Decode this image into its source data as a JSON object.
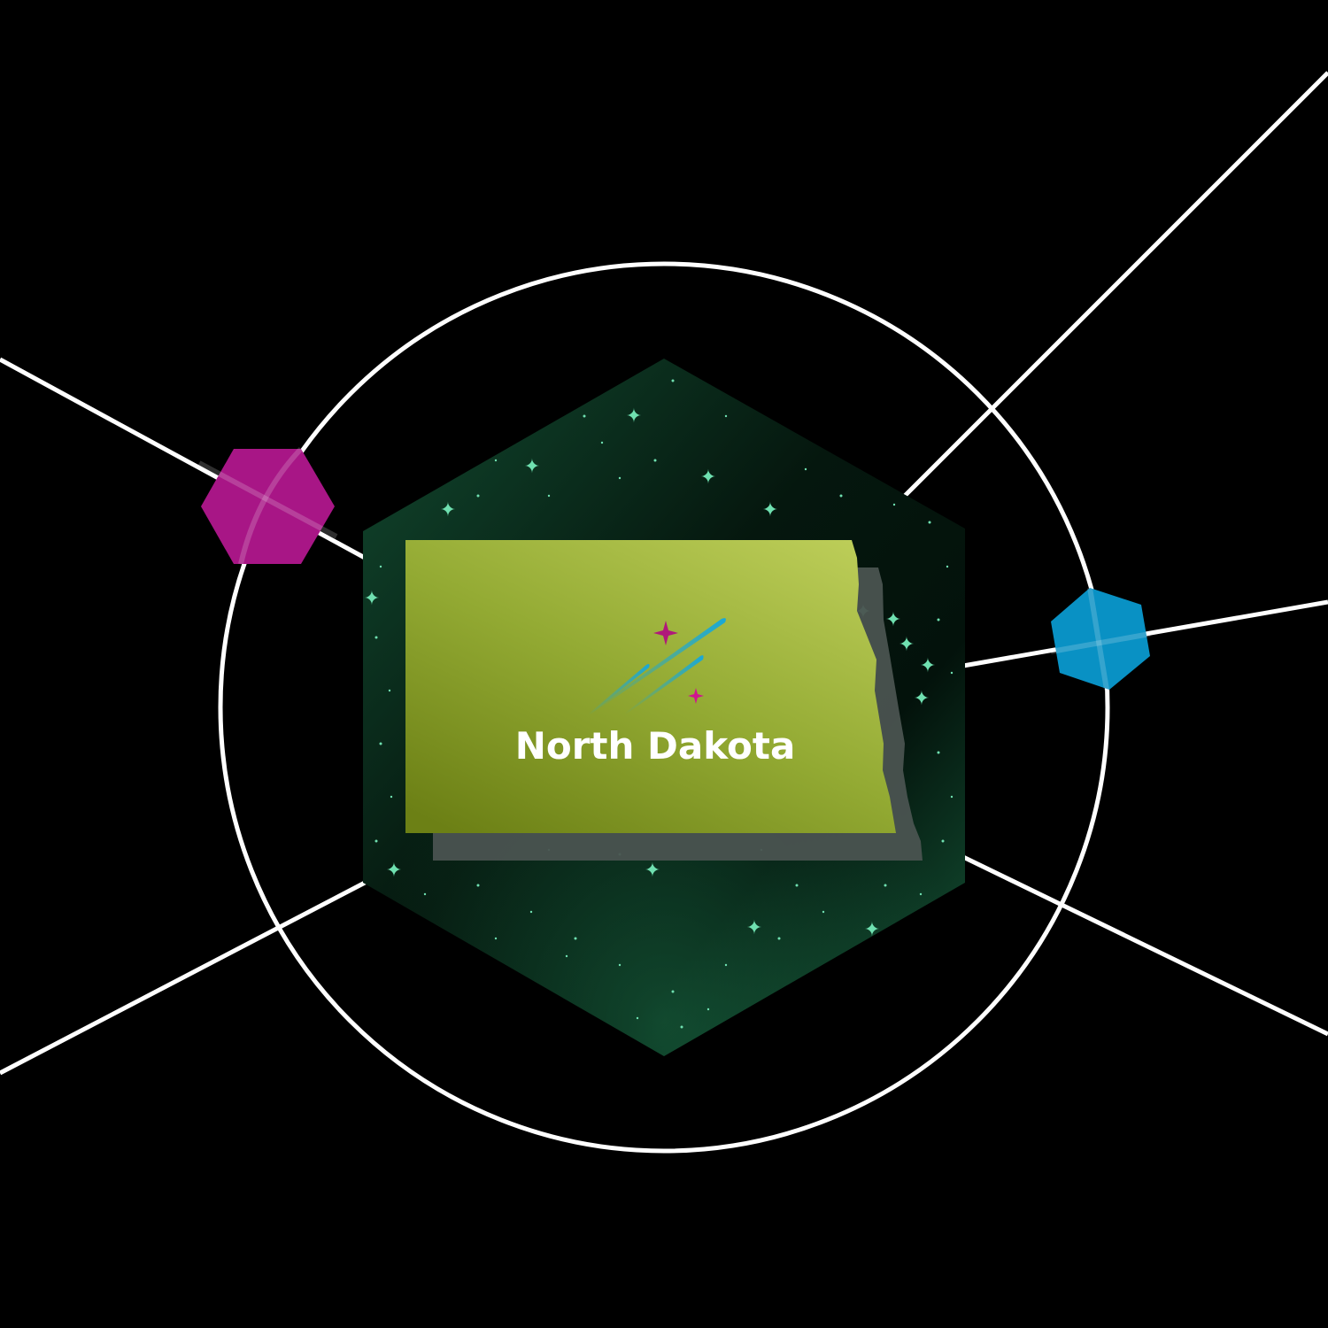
{
  "title": "North Dakota",
  "colors": {
    "background": "#000000",
    "lines": "#ffffff",
    "hexagon_dark": "#03140c",
    "hexagon_green": "#124a30",
    "state_light": "#b6c955",
    "state_dark": "#6f8218",
    "state_shadow": "#4a5350",
    "star": "#6fe0b0",
    "magenta_hex": "#a81686",
    "blue_hex": "#0991c4",
    "sparkle_magenta": "#c0158f",
    "streak_blue": "#18a8d8"
  },
  "decorations": {
    "left_hexagon": "magenta-hexagon",
    "right_hexagon": "blue-hexagon",
    "orbit": "orbit-circle",
    "logo": "shooting-star-logo"
  }
}
